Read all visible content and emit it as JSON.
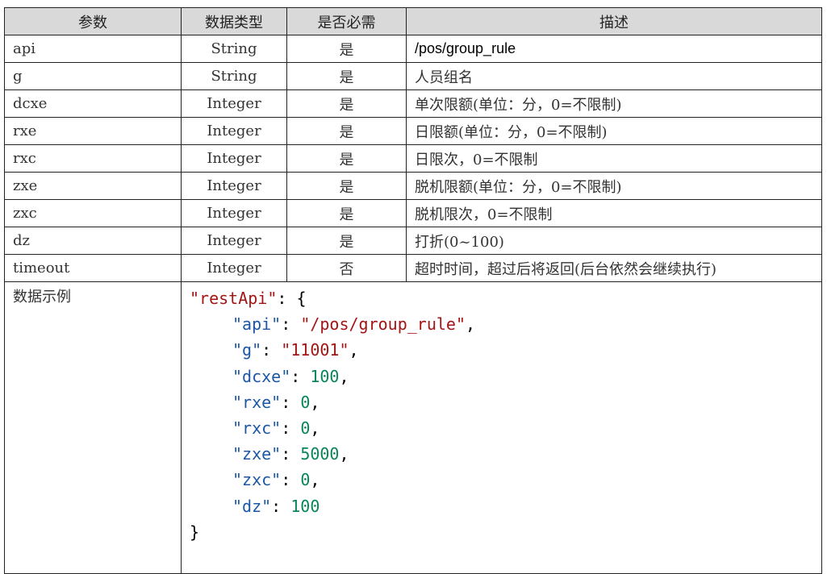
{
  "table": {
    "headers": [
      "参数",
      "数据类型",
      "是否必需",
      "描述"
    ],
    "rows": [
      {
        "param": "api",
        "type": "String",
        "required": "是",
        "desc": "/pos/group_rule"
      },
      {
        "param": "g",
        "type": "String",
        "required": "是",
        "desc": "人员组名"
      },
      {
        "param": "dcxe",
        "type": "Integer",
        "required": "是",
        "desc": "单次限额(单位：分，0=不限制)"
      },
      {
        "param": "rxe",
        "type": "Integer",
        "required": "是",
        "desc": "日限额(单位：分，0=不限制)"
      },
      {
        "param": "rxc",
        "type": "Integer",
        "required": "是",
        "desc": "日限次，0=不限制"
      },
      {
        "param": "zxe",
        "type": "Integer",
        "required": "是",
        "desc": "脱机限额(单位：分，0=不限制)"
      },
      {
        "param": "zxc",
        "type": "Integer",
        "required": "是",
        "desc": "脱机限次，0=不限制"
      },
      {
        "param": "dz",
        "type": "Integer",
        "required": "是",
        "desc": "打折(0~100)"
      },
      {
        "param": "timeout",
        "type": "Integer",
        "required": "否",
        "desc": "超时时间，超过后将返回(后台依然会继续执行)"
      }
    ]
  },
  "example": {
    "label": "数据示例",
    "root_key": "\"restApi\"",
    "open": "{",
    "close": "}",
    "entries": [
      {
        "key": "\"api\"",
        "value": "\"/pos/group_rule\"",
        "kind": "string",
        "comma": ","
      },
      {
        "key": "\"g\"",
        "value": "\"11001\"",
        "kind": "string",
        "comma": ","
      },
      {
        "key": "\"dcxe\"",
        "value": "100",
        "kind": "number",
        "comma": ","
      },
      {
        "key": "\"rxe\"",
        "value": "0",
        "kind": "number",
        "comma": ","
      },
      {
        "key": "\"rxc\"",
        "value": "0",
        "kind": "number",
        "comma": ","
      },
      {
        "key": "\"zxe\"",
        "value": "5000",
        "kind": "number",
        "comma": ","
      },
      {
        "key": "\"zxc\"",
        "value": "0",
        "kind": "number",
        "comma": ","
      },
      {
        "key": "\"dz\"",
        "value": "100",
        "kind": "number",
        "comma": ""
      }
    ]
  }
}
